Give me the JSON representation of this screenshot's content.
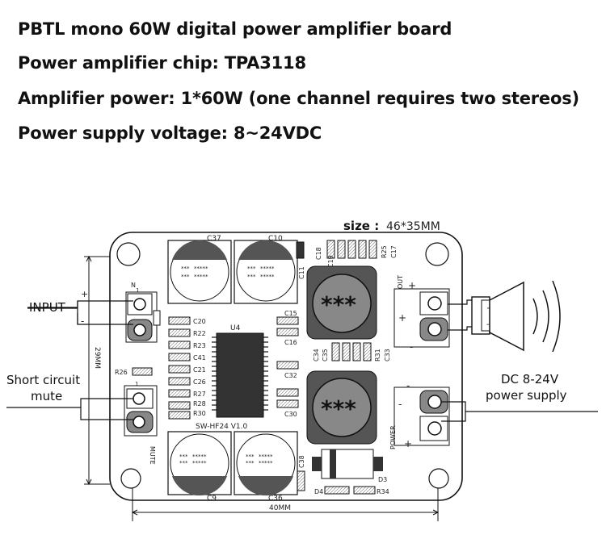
{
  "specs": {
    "line1": "PBTL mono 60W digital power amplifier board",
    "line2": "Power amplifier chip: TPA3118",
    "line3": "Amplifier power: 1*60W (one channel requires two stereos)",
    "line4": "Power supply voltage: 8~24VDC"
  },
  "size_label": "size :",
  "size_value": "46*35MM",
  "input_label": "INPUT",
  "short_label_1": "Short circuit",
  "short_label_2": "mute",
  "dc_label_1": "DC 8-24V",
  "dc_label_2": "power supply",
  "dim_height": "29MM",
  "dim_width": "40MM",
  "board_text": {
    "model": "SW-HF24 V1.0",
    "chip": "U4",
    "mute": "MUTE",
    "out": "OUT",
    "power": "POWER",
    "n": "N",
    "one": "1",
    "plus": "+",
    "minus": "-",
    "inductor_mark": "***",
    "cap_mark_a": "***",
    "cap_mark_b": "*****"
  },
  "components": {
    "C37": "C37",
    "C10": "C10",
    "C9": "C9",
    "C36": "C36",
    "C18": "C18",
    "C19": "C19",
    "R25": "R25",
    "C17": "C17",
    "C11": "C11",
    "C20": "C20",
    "R22": "R22",
    "R23": "R23",
    "C41": "C41",
    "C21": "C21",
    "C26": "C26",
    "R27": "R27",
    "R28": "R28",
    "R30": "R30",
    "R26": "R26",
    "C15": "C15",
    "C16": "C16",
    "C32": "C32",
    "C30": "C30",
    "C34": "C34",
    "C35": "C35",
    "R31": "R31",
    "C33": "C33",
    "C38": "C38",
    "D3": "D3",
    "D4": "D4",
    "R34": "R34"
  }
}
